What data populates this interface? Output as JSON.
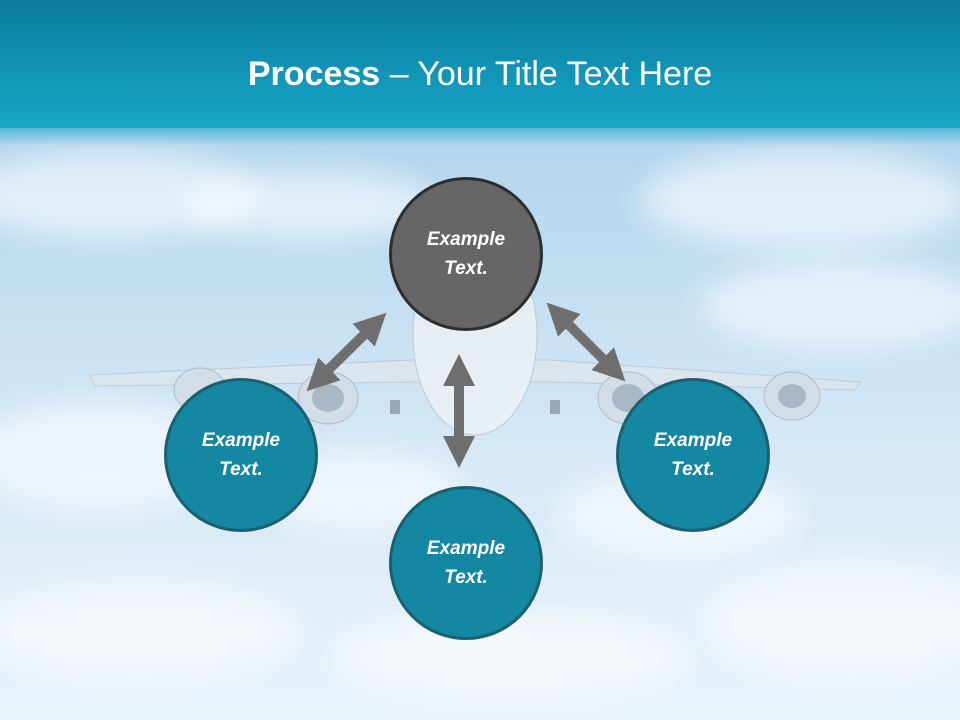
{
  "title": {
    "bold": "Process",
    "rest": " – Your Title Text Here"
  },
  "nodes": {
    "center": {
      "label": "Example Text."
    },
    "left": {
      "label": "Example Text."
    },
    "bottom": {
      "label": "Example Text."
    },
    "right": {
      "label": "Example Text."
    }
  },
  "colors": {
    "header": "#1296b8",
    "node_fill": "#1488a3",
    "center_fill": "#666666",
    "arrow": "#6e6e6e"
  }
}
